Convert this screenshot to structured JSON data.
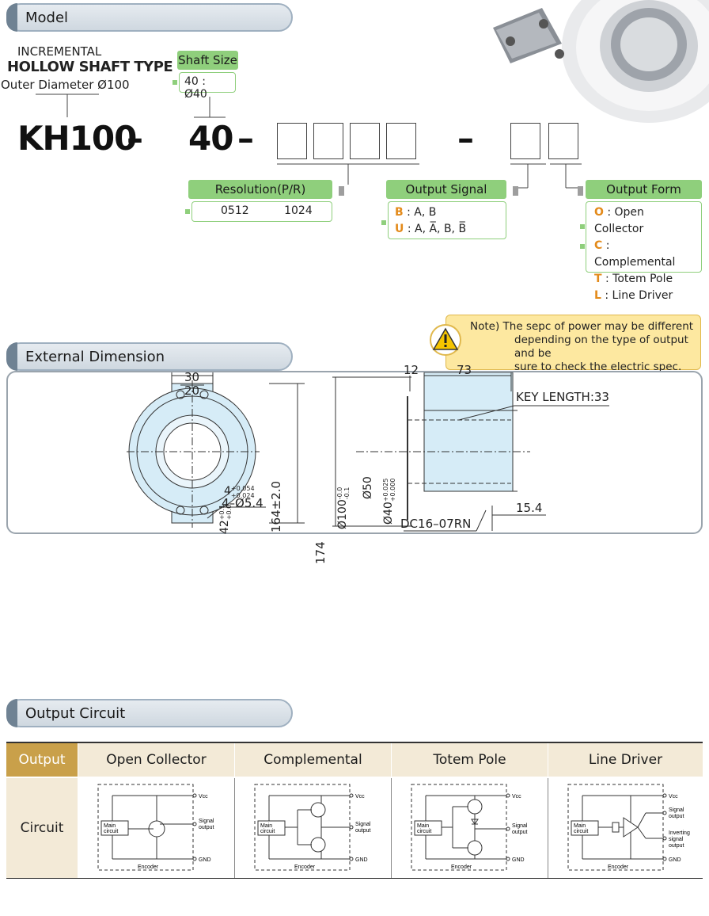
{
  "model_tab": "Model",
  "model": {
    "type_line1": "INCREMENTAL",
    "type_line2": "HOLLOW SHAFT TYPE",
    "type_line3": "Outer Diameter Ø100",
    "shaft_head": "Shaft Size",
    "shaft_value": "40 : Ø40",
    "code_model": "KH100",
    "dash": "–",
    "code_shaft": "40",
    "resolution_head": "Resolution(P/R)",
    "resolution_values": [
      "0512",
      "1024"
    ],
    "signal_head": "Output Signal",
    "signal_items": [
      {
        "code": "B",
        "text": ": A, B"
      },
      {
        "code": "U",
        "text": ": A, A̅, B, B̅"
      }
    ],
    "form_head": "Output Form",
    "form_items": [
      {
        "code": "O",
        "text": ": Open Collector"
      },
      {
        "code": "C",
        "text": ": Complemental"
      },
      {
        "code": "T",
        "text": ": Totem Pole"
      },
      {
        "code": "L",
        "text": ": Line Driver"
      }
    ]
  },
  "note": {
    "line1": "Note) The sepc of power may be different",
    "line2": "depending on the type of output and be",
    "line3": "sure to check the electric spec."
  },
  "dimension_tab": "External Dimension",
  "dims": {
    "d30": "30",
    "d20": "20",
    "d164": "164±2.0",
    "d174": "174",
    "d4": "4",
    "d4_tol_up": "+0.054",
    "d4_tol_dn": "+0.024",
    "d42": "42",
    "d42_tol_up": "+0.1",
    "d42_tol_dn": "+0.0",
    "d4holes": "4–Ø5.4",
    "d12": "12",
    "d73": "73",
    "key": "KEY LENGTH:33",
    "d100": "Ø100",
    "d100_tol_up": "-0.0",
    "d100_tol_dn": "-0.1",
    "d50": "Ø50",
    "d40": "Ø40",
    "d40_tol_up": "+0.025",
    "d40_tol_dn": "+0.000",
    "d154": "15.4",
    "conn": "DC16–07RN"
  },
  "circuit_tab": "Output Circuit",
  "table": {
    "col0_head": "Output",
    "heads": [
      "Open Collector",
      "Complemental",
      "Totem Pole",
      "Line Driver"
    ],
    "row_label": "Circuit",
    "labels": {
      "vcc": "Vcc",
      "gnd": "GND",
      "main": "Main",
      "circuit": "circuit",
      "encoder": "Encoder",
      "signal": "Signal",
      "output": "output",
      "inverting": "Inverting",
      "signal2": "signal",
      "output2": "output"
    }
  },
  "colors": {
    "green": "#8fcf7c",
    "orange": "#e38a1a",
    "gold": "#c9a04a",
    "body_blue": "#d6ecf7"
  }
}
